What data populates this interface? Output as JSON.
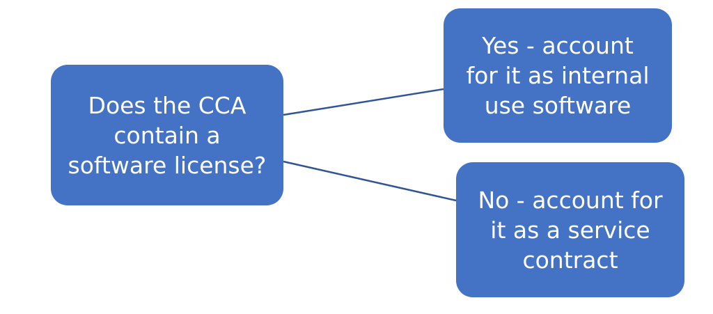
{
  "diagram": {
    "nodes": {
      "question": {
        "text": "Does the CCA\ncontain a\nsoftware license?"
      },
      "yes": {
        "text": "Yes - account\nfor it as internal\nuse software"
      },
      "no": {
        "text": "No - account for\nit as a service\ncontract"
      }
    },
    "edges": [
      {
        "from": "question",
        "to": "yes"
      },
      {
        "from": "question",
        "to": "no"
      }
    ]
  },
  "colors": {
    "node_fill": "#4472C4",
    "connector": "#2F5597",
    "text": "#FFFFFF",
    "background": "#FFFFFF"
  }
}
